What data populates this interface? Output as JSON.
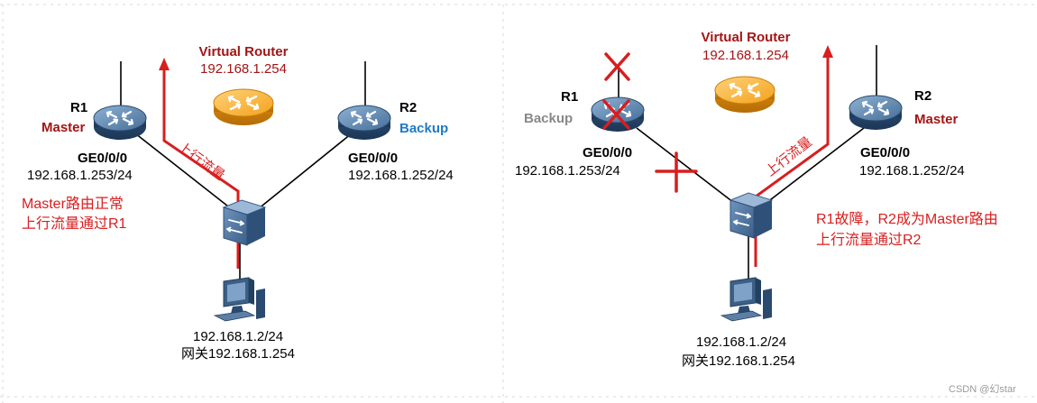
{
  "panels": [
    {
      "virtual_router": {
        "title": "Virtual Router",
        "ip": "192.168.1.254"
      },
      "r1": {
        "name": "R1",
        "role": "Master",
        "iface": "GE0/0/0",
        "ip": "192.168.1.253/24"
      },
      "r2": {
        "name": "R2",
        "role": "Backup",
        "iface": "GE0/0/0",
        "ip": "192.168.1.252/24"
      },
      "uplink_label": "上行流量",
      "note": [
        "Master路由正常",
        "上行流量通过R1"
      ],
      "pc": {
        "ip": "192.168.1.2/24",
        "gateway": "网关192.168.1.254"
      }
    },
    {
      "virtual_router": {
        "title": "Virtual Router",
        "ip": "192.168.1.254"
      },
      "r1": {
        "name": "R1",
        "role": "Backup",
        "iface": "GE0/0/0",
        "ip": "192.168.1.253/24"
      },
      "r2": {
        "name": "R2",
        "role": "Master",
        "iface": "GE0/0/0",
        "ip": "192.168.1.252/24"
      },
      "uplink_label": "上行流量",
      "note": [
        "R1故障，R2成为Master路由",
        "上行流量通过R2"
      ],
      "pc": {
        "ip": "192.168.1.2/24",
        "gateway": "网关192.168.1.254"
      }
    }
  ],
  "watermark": "CSDN @幻star",
  "colors": {
    "dark_red": "#a31515",
    "red": "#d81e1e",
    "backup_blue": "#1f7ac6",
    "grey_text": "#888888",
    "router_blue": "#3d6590",
    "router_orange": "#f5a623"
  },
  "icons": [
    "router-icon",
    "virtual-router-icon",
    "switch-icon",
    "pc-icon",
    "fault-cross-icon"
  ]
}
